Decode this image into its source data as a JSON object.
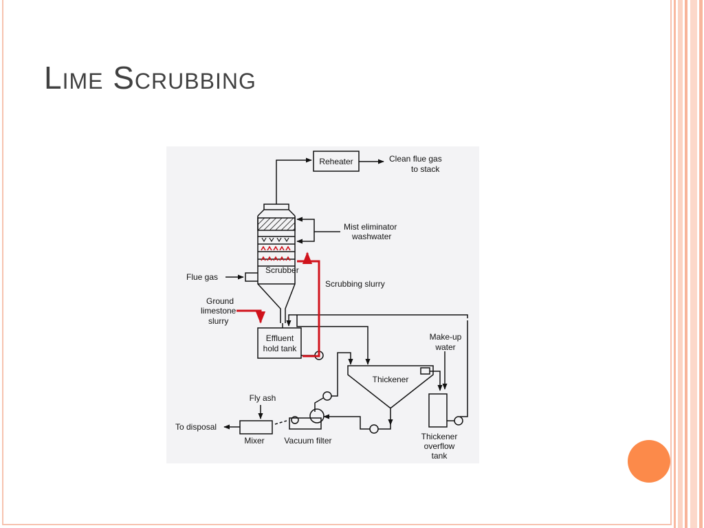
{
  "slide": {
    "title": "Lime Scrubbing",
    "accent_color": "#fc8a4a",
    "border_color": "#f7c2ae"
  },
  "diagram": {
    "labels": {
      "reheater": "Reheater",
      "clean_flue_gas_1": "Clean flue gas",
      "clean_flue_gas_2": "to stack",
      "mist_eliminator_1": "Mist eliminator",
      "mist_eliminator_2": "washwater",
      "scrubber": "Scrubber",
      "flue_gas": "Flue gas",
      "scrubbing_slurry": "Scrubbing slurry",
      "ground_limestone_1": "Ground",
      "ground_limestone_2": "limestone",
      "ground_limestone_3": "slurry",
      "effluent_hold_tank_1": "Effluent",
      "effluent_hold_tank_2": "hold tank",
      "make_up_water_1": "Make-up",
      "make_up_water_2": "water",
      "thickener": "Thickener",
      "fly_ash": "Fly ash",
      "to_disposal": "To disposal",
      "mixer": "Mixer",
      "vacuum_filter": "Vacuum filter",
      "thickener_overflow_1": "Thickener",
      "thickener_overflow_2": "overflow",
      "thickener_overflow_3": "tank"
    },
    "highlight_color": "#d0121b"
  }
}
